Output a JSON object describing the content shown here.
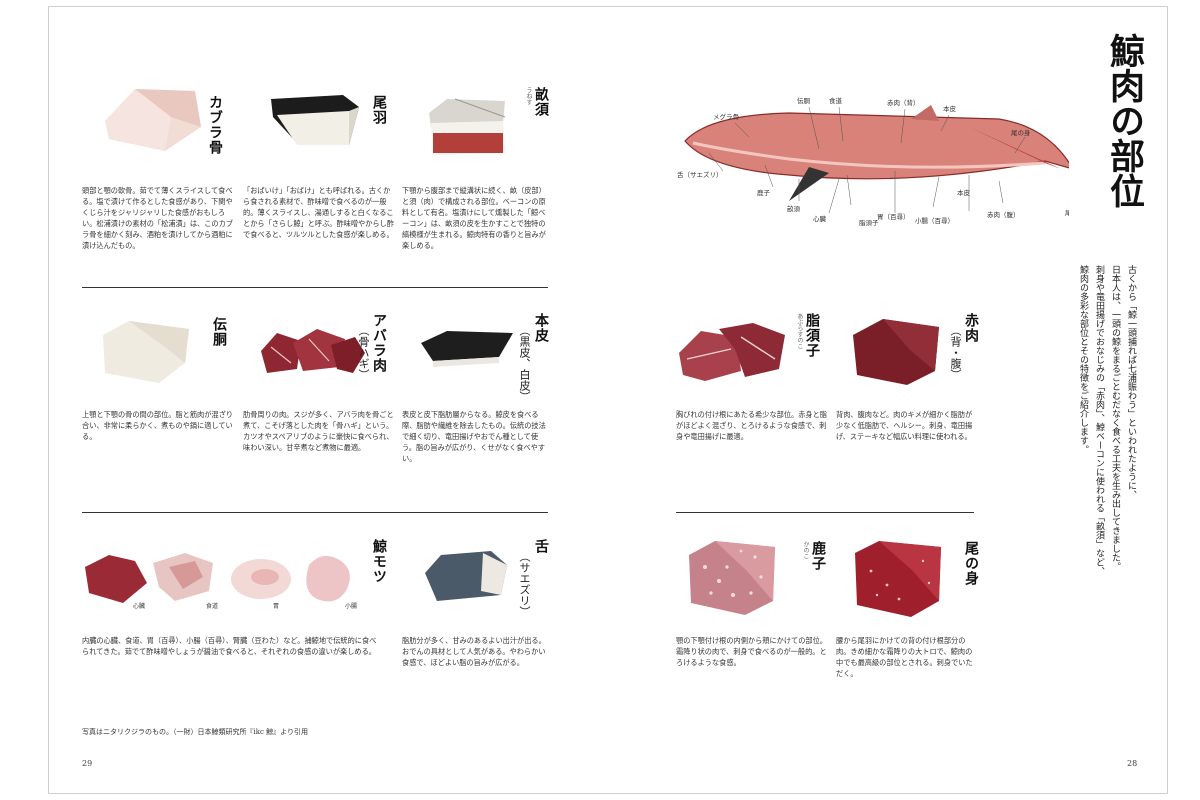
{
  "book": {
    "title": "鯨肉の部位",
    "intro_lines": [
      "古くから「鯨一頭捕れば七浦賑わう」といわれたように、",
      "日本人は、一頭の鯨をまるごとむだなく食べる工夫を生み出してきました。",
      "刺身や竜田揚げでおなじみの「赤肉」、鯨ベーコンに使われる「畝須」など、",
      "鯨肉の多彩な部位とその特徴をご紹介します。"
    ],
    "page_left": "29",
    "page_right": "28",
    "credit": "写真はニタリクジラのもの。（一財）日本鯨類研究所『ikc 鯨』より引用"
  },
  "diagram": {
    "labels": {
      "megura": "メグラ骨",
      "denpo": "伝胴",
      "shokudo": "食道",
      "akaniku_se": "赤肉（背）",
      "honkawa_top": "本皮",
      "onomi": "尾の身",
      "shita": "舌（サエズリ）",
      "kanoko": "鹿子",
      "unesu": "畝須",
      "shinzo": "心臓",
      "abura": "脂須子",
      "i": "胃（百尋）",
      "shocho": "小腸（百尋）",
      "honkawa_bottom": "本皮",
      "akaniku_hara": "赤肉（腹）",
      "obane": "尾羽"
    }
  },
  "sections": {
    "kabura": {
      "name": "カブラ骨",
      "desc": "頭部と顎の軟骨。茹でて薄くスライスして食べる。塩で漬けて作るとした食感があり、下関やくじら汁をジャリジャリした食感がおもしろい。松浦漬けの素材の「松浦漬」は、このカブラ骨を細かく刻み、酒粕を漬けしてから酒粕に漬け込んだもの。"
    },
    "obane": {
      "name": "尾羽",
      "desc": "「おばいけ」「おばけ」とも呼ばれる。古くから食される素材で、酢味噌で食べるのが一般的。薄くスライスし、湯通しすると白くなることから「さらし鯨」と呼ぶ。酢味噌やからし酢で食べると、ツルツルとした食感が楽しめる。"
    },
    "unesu": {
      "name": "畝須",
      "ruby": "うねす",
      "desc": "下顎から腹部まで縦溝状に続く、畝（皮部）と須（肉）で構成される部位。ベーコンの原料として有名。塩漬けにして燻製した「鯨ベーコン」は、畝須の皮を生かすことで独特の縞模様が生まれる。鯨肉特有の香りと旨みが楽しめる。"
    },
    "denpo": {
      "name": "伝胴",
      "desc": "上顎と下顎の骨の間の部位。脂と筋肉が混ざり合い、非常に柔らかく、煮ものや鍋に適している。"
    },
    "abara": {
      "name": "アバラ肉",
      "sub": "（骨ハギ）",
      "desc": "肋骨周りの肉。スジが多く、アバラ肉を骨ごと煮て、こそげ落とした肉を「骨ハギ」という。カツオやスペアリブのように豪快に食べられ、味わい深い。甘辛煮など煮物に最適。"
    },
    "honkawa": {
      "name": "本皮",
      "sub": "（黒皮、白皮）",
      "desc": "表皮と皮下脂肪層からなる。鯨皮を食べる際、脂肪や繊維を除去したもの。伝統の技法で細く切り、竜田揚げやおでん種として使う。脂の旨みが広がり、くせがなく食べやすい。"
    },
    "aburasu": {
      "name": "脂須子",
      "ruby": "あぶらすのこ",
      "desc": "胸びれの付け根にあたる希少な部位。赤身と脂がほどよく混ざり、とろけるような食感で、刺身や竜田揚げに最適。"
    },
    "akaniku": {
      "name": "赤肉",
      "sub": "（背・腹）",
      "desc": "背肉、腹肉など。肉のキメが細かく脂肪が少なく低脂肪で、ヘルシー。刺身、竜田揚げ、ステーキなど幅広い料理に使われる。"
    },
    "motsu": {
      "name": "鯨モツ",
      "desc": "内臓の心臓、食道、胃（百尋）、小腸（百尋）、腎臓（豆わた）など。捕鯨地で伝統的に食べられてきた。茹でて酢味噌やしょうが醤油で食べると、それぞれの食感の違いが楽しめる。",
      "labels": [
        "心臓",
        "食道",
        "胃",
        "小腸"
      ]
    },
    "shita": {
      "name": "舌",
      "sub": "（サエズリ）",
      "desc": "脂肪分が多く、甘みのあるよい出汁が出る。おでんの具材として人気がある。やわらかい食感で、ほどよい脂の旨みが広がる。"
    },
    "kanoko": {
      "name": "鹿子",
      "ruby": "かのこ",
      "desc": "顎の下顎付け根の内側から頬にかけての部位。霜降り状の肉で、刺身で食べるのが一般的。とろけるような食感。"
    },
    "onomi": {
      "name": "尾の身",
      "desc": "腰から尾羽にかけての背の付け根部分の肉。きめ細かな霜降りの大トロで、鯨肉の中でも最高級の部位とされる。刺身でいただく。"
    }
  }
}
